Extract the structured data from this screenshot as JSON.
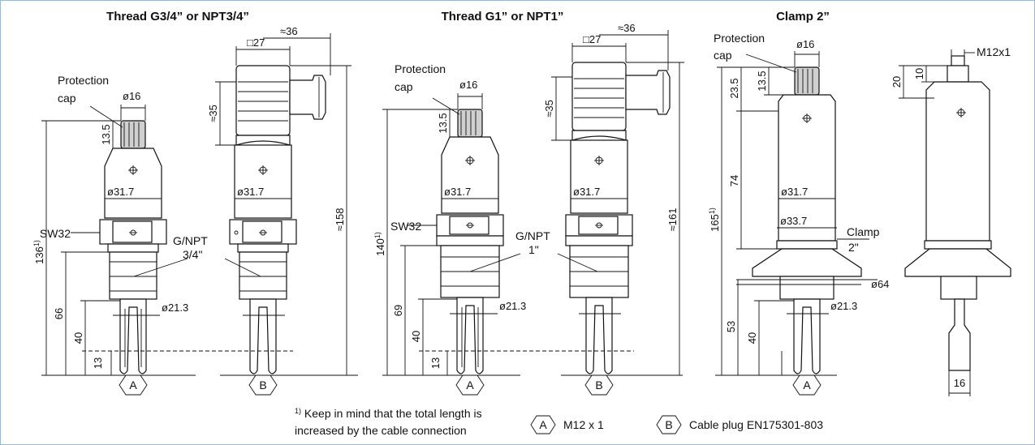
{
  "titles": {
    "thread_34": "Thread G3/4” or NPT3/4”",
    "thread_1": "Thread G1” or NPT1”",
    "clamp": "Clamp 2”"
  },
  "labels": {
    "protection": "Protection",
    "cap": "cap",
    "sw32": "SW32",
    "gnpt": "G/NPT",
    "size_34": "3/4\"",
    "size_1": "1\"",
    "clamp": "Clamp",
    "clamp_size": "2\"",
    "m12x1": "M12x1",
    "marker_a": "A",
    "marker_b": "B"
  },
  "dims": {
    "d16": "ø16",
    "d31_7": "ø31.7",
    "d21_3": "ø21.3",
    "d33_7": "ø33.7",
    "d64": "ø64",
    "sq27": "□27",
    "approx36": "≈36",
    "approx35": "≈35",
    "approx158": "≈158",
    "approx161": "≈161",
    "v13_5": "13.5",
    "v136": "136",
    "v140": "140",
    "v165": "165",
    "sup1": "1)",
    "v66": "66",
    "v69": "69",
    "v53": "53",
    "v40": "40",
    "v13": "13",
    "v23_5": "23.5",
    "v74": "74",
    "v20": "20",
    "v10": "10",
    "v16": "16"
  },
  "footnote": {
    "sup": "1)",
    "line1": " Keep in mind that the total length is",
    "line2": "increased by the cable connection"
  },
  "legend": {
    "a_text": "M12 x 1",
    "b_text": "Cable plug EN175301-803"
  }
}
